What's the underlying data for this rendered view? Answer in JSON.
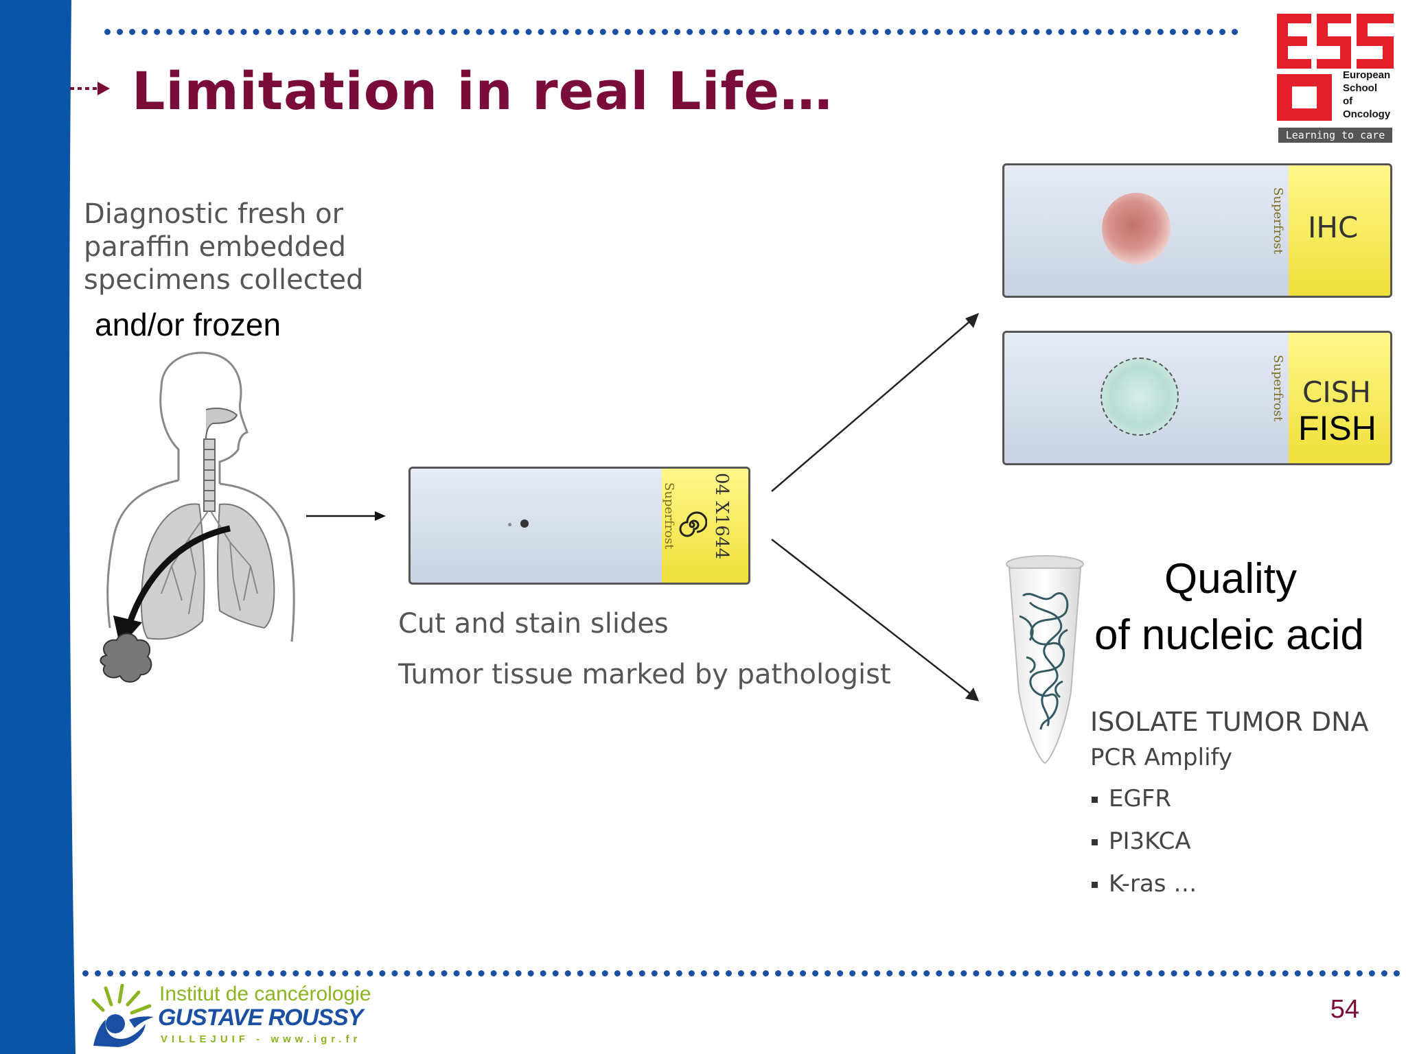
{
  "slide": {
    "title": "Limitation in real Life…",
    "page_number": "54",
    "colors": {
      "accent_blue": "#0b55a8",
      "title_red": "#7a0c3a",
      "eso_red": "#e3202a",
      "label_yellow": "#f0e23c"
    }
  },
  "left": {
    "specimen_lines": [
      "Diagnostic fresh or",
      "paraffin embedded",
      "specimens collected"
    ],
    "frozen": "and/or frozen"
  },
  "middle": {
    "caption1": "Cut and stain slides",
    "caption2": "Tumor tissue marked by pathologist"
  },
  "slides": {
    "main_label_text": "04 X1644",
    "frost_text": "Superfrost",
    "ihc": "IHC",
    "cish": "CISH",
    "fish": "FISH"
  },
  "right": {
    "quality_line1": "Quality",
    "quality_line2": "of nucleic acid",
    "isolate": "ISOLATE TUMOR DNA",
    "pcr": "PCR Amplify",
    "genes": [
      "EGFR",
      "PI3KCA",
      "K-ras …"
    ]
  },
  "eso_logo": {
    "line1": "European",
    "line2": "School",
    "line3": "of",
    "line4": "Oncology",
    "tagline": "Learning to care"
  },
  "gr_logo": {
    "line1": "Institut de cancérologie",
    "line2": "GUSTAVE ROUSSY",
    "line3": "VILLEJUIF - www.igr.fr"
  }
}
